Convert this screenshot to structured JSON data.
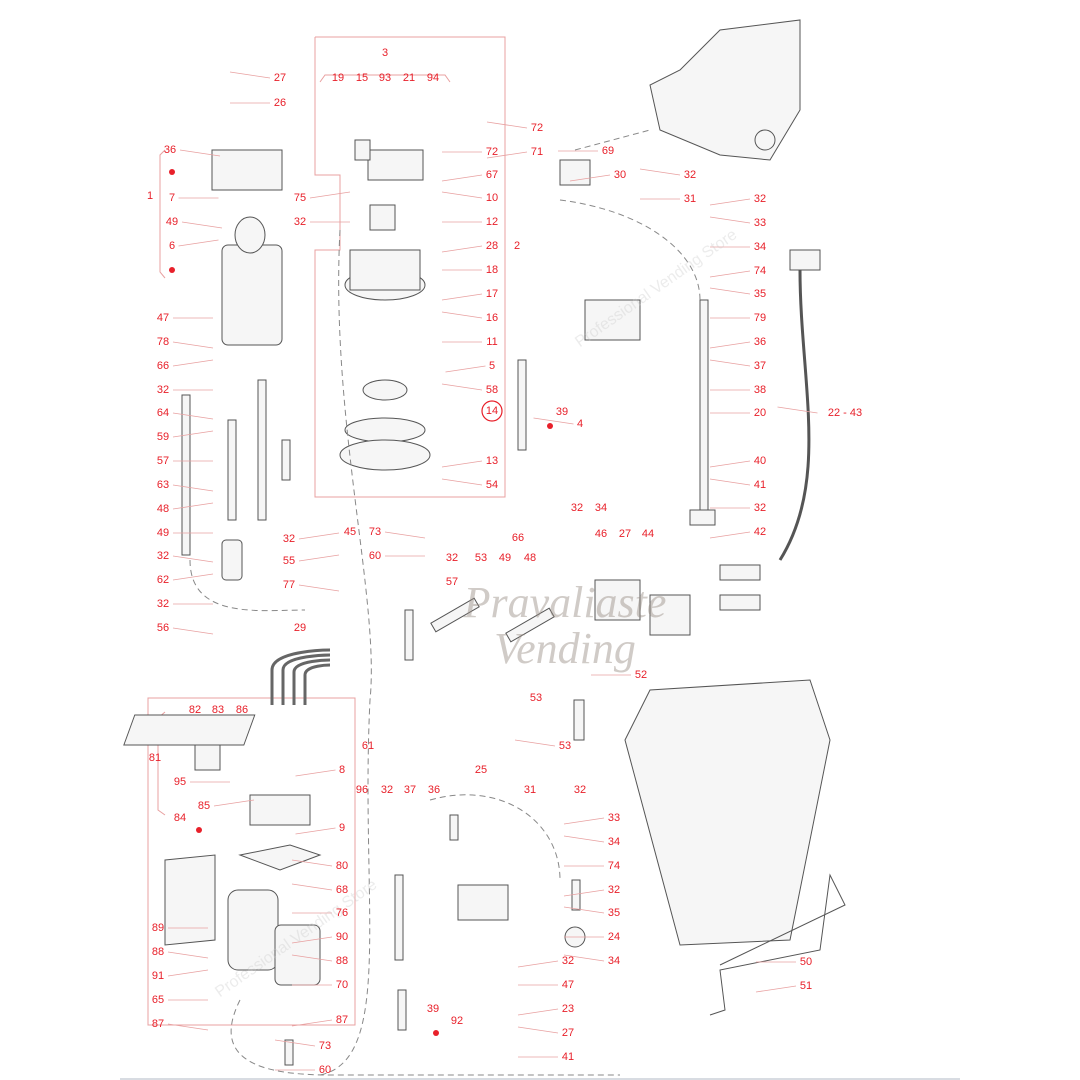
{
  "title": "Exploded parts diagram",
  "watermark": {
    "logo_line1": "Pravaliaste",
    "logo_line2": "Vending",
    "repeat_text": "Professional Vending Store"
  },
  "colors": {
    "label": "#e8202a",
    "line": "#555555",
    "frame": "#e8a0a0"
  },
  "labels": [
    "27",
    "26",
    "36",
    "1",
    "7",
    "49",
    "6",
    "47",
    "78",
    "66",
    "32",
    "64",
    "59",
    "57",
    "63",
    "48",
    "49",
    "32",
    "62",
    "32",
    "56",
    "3",
    "19",
    "15",
    "93",
    "21",
    "94",
    "72",
    "72",
    "71",
    "75",
    "32",
    "67",
    "10",
    "12",
    "28",
    "2",
    "18",
    "17",
    "16",
    "11",
    "5",
    "58",
    "14",
    "13",
    "54",
    "69",
    "30",
    "32",
    "31",
    "32",
    "33",
    "34",
    "74",
    "35",
    "79",
    "36",
    "37",
    "38",
    "39",
    "4",
    "20",
    "40",
    "41",
    "32",
    "42",
    "22 - 43",
    "32",
    "34",
    "32",
    "45",
    "73",
    "55",
    "60",
    "77",
    "66",
    "32",
    "53",
    "49",
    "48",
    "46",
    "27",
    "44",
    "57",
    "29",
    "52",
    "53",
    "53",
    "25",
    "61",
    "82",
    "83",
    "86",
    "81",
    "95",
    "8",
    "85",
    "84",
    "9",
    "80",
    "89",
    "88",
    "91",
    "65",
    "87",
    "68",
    "76",
    "90",
    "88",
    "70",
    "87",
    "73",
    "60",
    "96",
    "32",
    "37",
    "36",
    "31",
    "32",
    "33",
    "34",
    "74",
    "32",
    "35",
    "24",
    "32",
    "34",
    "47",
    "23",
    "27",
    "41",
    "39",
    "92",
    "50",
    "51"
  ]
}
